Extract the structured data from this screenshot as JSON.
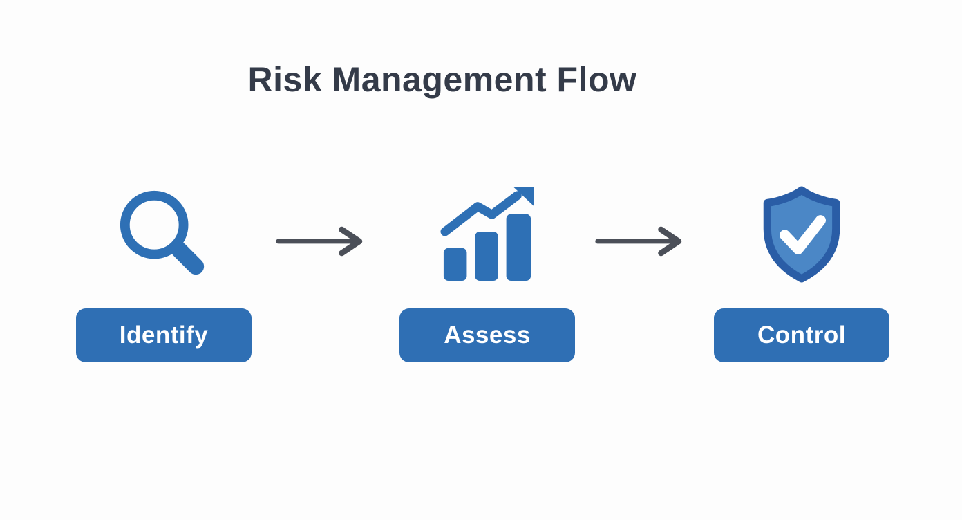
{
  "title": "Risk Management Flow",
  "colors": {
    "background": "#fdfdfd",
    "title_text": "#343b49",
    "accent_blue": "#2f6fb4",
    "icon_blue": "#2e70b5",
    "shield_fill": "#4b87c6",
    "shield_border": "#2a5da6",
    "check_white": "#ffffff",
    "arrow_gray": "#4b4f58",
    "button_text": "#ffffff"
  },
  "steps": [
    {
      "label": "Identify",
      "icon": "magnifying-glass-icon"
    },
    {
      "label": "Assess",
      "icon": "bar-chart-growth-icon"
    },
    {
      "label": "Control",
      "icon": "shield-check-icon"
    }
  ],
  "connectors": [
    {
      "icon": "arrow-right-icon"
    },
    {
      "icon": "arrow-right-icon"
    }
  ]
}
